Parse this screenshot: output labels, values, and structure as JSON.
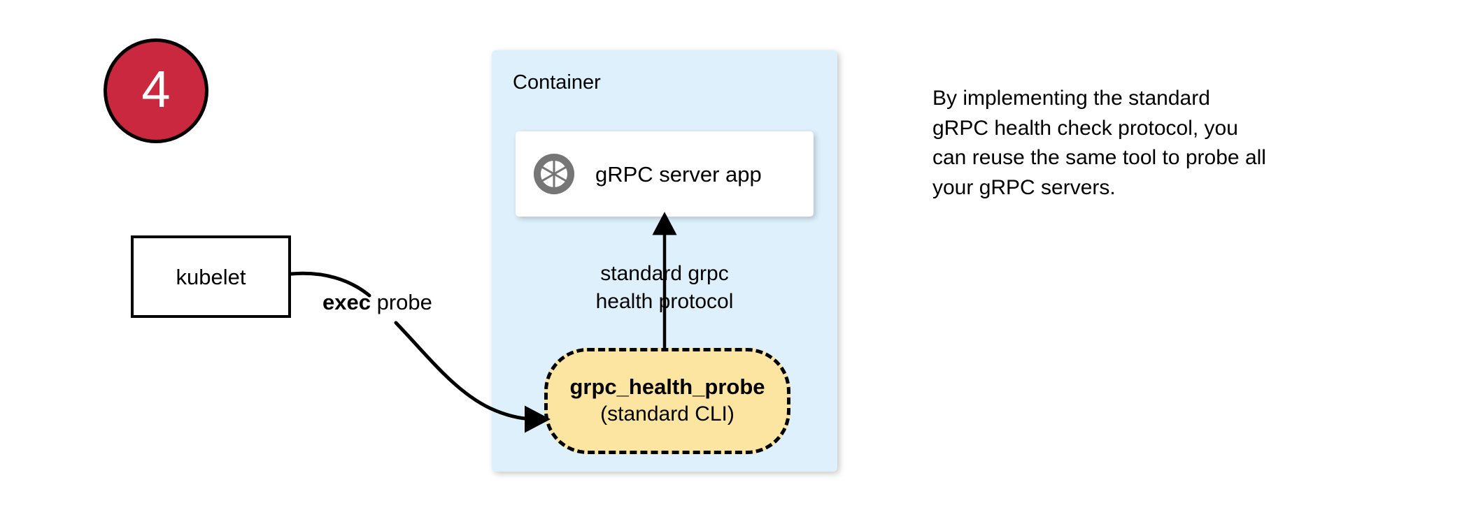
{
  "step": {
    "number": "4",
    "circle_color": "#C9283E",
    "text_color": "#ffffff"
  },
  "container": {
    "label": "Container",
    "fill_color": "#DEF0FB"
  },
  "server_card": {
    "label": "gRPC server app",
    "icon": "grpc-aperture-icon",
    "icon_color": "#767676",
    "fill_color": "#FFFFFF"
  },
  "probe": {
    "title": "grpc_health_probe",
    "subtitle": "(standard CLI)",
    "fill_color": "#FCE4A1",
    "border_style": "dashed",
    "border_color": "#000000"
  },
  "kubelet": {
    "label": "kubelet",
    "fill_color": "#FFFFFF",
    "border_color": "#000000"
  },
  "edges": {
    "exec_probe": {
      "label_bold": "exec",
      "label_rest": " probe",
      "from": "kubelet",
      "to": "grpc_health_probe"
    },
    "protocol": {
      "line1": "standard grpc",
      "line2": "health protocol",
      "from": "grpc_health_probe",
      "to": "gRPC server app"
    }
  },
  "caption": {
    "lines": [
      "By implementing the standard",
      "gRPC health check protocol, you",
      "can reuse the same tool to probe all",
      "your gRPC servers."
    ]
  }
}
